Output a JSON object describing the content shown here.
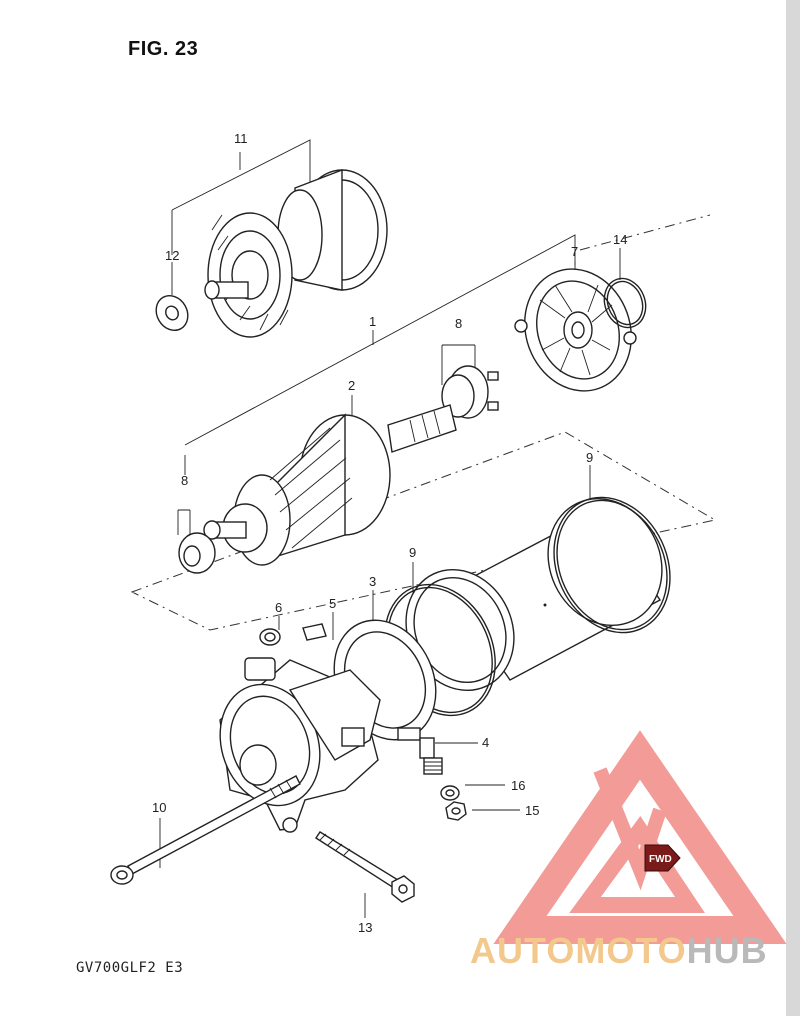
{
  "figure": {
    "title": "FIG. 23",
    "model_code": "GV700GLF2  E3"
  },
  "callouts": {
    "c1": "1",
    "c2": "2",
    "c3": "3",
    "c4": "4",
    "c5": "5",
    "c6": "6",
    "c7": "7",
    "c8a": "8",
    "c8b": "8",
    "c9a": "9",
    "c9b": "9",
    "c10": "10",
    "c11": "11",
    "c12": "12",
    "c13": "13",
    "c14": "14",
    "c15": "15",
    "c16": "16"
  },
  "watermark": {
    "brand_part1": "AUTOMOTO",
    "brand_part2": "HUB",
    "badge": "FWD",
    "color_red": "#f08a85",
    "color_gold": "#f3c88c",
    "color_gray": "#b9b9b9"
  }
}
